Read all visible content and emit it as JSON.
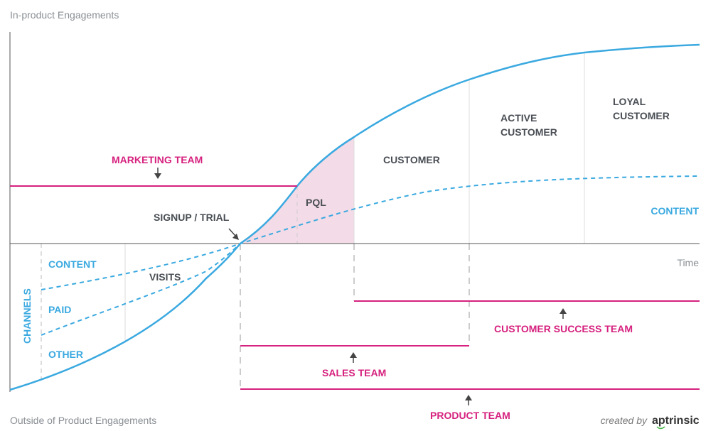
{
  "axes": {
    "y_label": "In-product Engagements",
    "y_bottom_label": "Outside of Product Engagements",
    "x_label": "Time"
  },
  "stages": {
    "signup": "SIGNUP / TRIAL",
    "pql": "PQL",
    "customer": "CUSTOMER",
    "active_line1": "ACTIVE",
    "active_line2": "CUSTOMER",
    "loyal_line1": "LOYAL",
    "loyal_line2": "CUSTOMER"
  },
  "teams": {
    "marketing": "MARKETING TEAM",
    "sales": "SALES TEAM",
    "customer_success": "CUSTOMER SUCCESS TEAM",
    "product": "PRODUCT TEAM"
  },
  "channels": {
    "title": "CHANNELS",
    "content": "CONTENT",
    "paid": "PAID",
    "other": "OTHER",
    "visits": "VISITS"
  },
  "curve_labels": {
    "content": "CONTENT"
  },
  "credit": {
    "prefix": "created by",
    "brand": "aptrinsic"
  },
  "colors": {
    "curve": "#3aa9e0",
    "team": "#d6217e",
    "pql_fill": "#f3dbe7",
    "divider": "#dddddd",
    "axis": "#555555"
  }
}
